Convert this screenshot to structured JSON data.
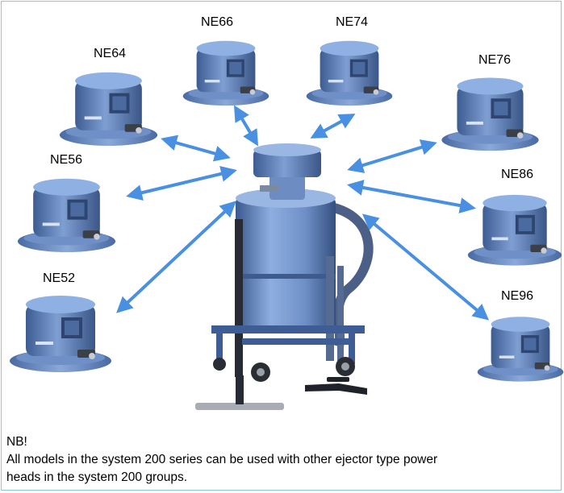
{
  "models": [
    {
      "id": "ne66",
      "label": "NE66"
    },
    {
      "id": "ne74",
      "label": "NE74"
    },
    {
      "id": "ne64",
      "label": "NE64"
    },
    {
      "id": "ne76",
      "label": "NE76"
    },
    {
      "id": "ne56",
      "label": "NE56"
    },
    {
      "id": "ne86",
      "label": "NE86"
    },
    {
      "id": "ne52",
      "label": "NE52"
    },
    {
      "id": "ne96",
      "label": "NE96"
    }
  ],
  "note": {
    "heading": "NB!",
    "line1": "All models in the system 200 series can be used with other ejector type power",
    "line2": "heads in the system 200 groups."
  },
  "colors": {
    "head_blue": "#5b7fb8",
    "arrow_blue": "#4a90e2",
    "frame_border": "#8cc4de"
  }
}
